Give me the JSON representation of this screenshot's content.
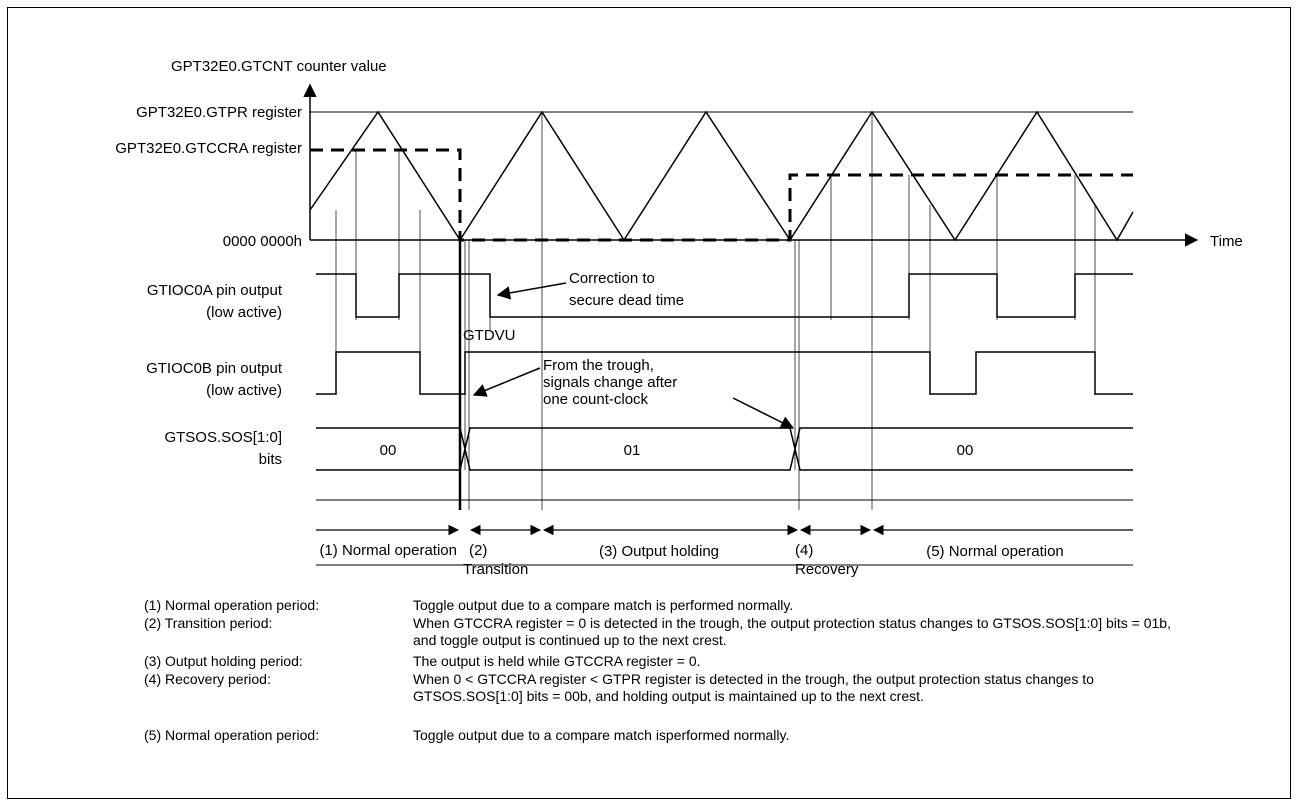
{
  "axis": {
    "y_title": "GPT32E0.GTCNT counter value",
    "x_title": "Time",
    "gtpr_label": "GPT32E0.GTPR register",
    "gtccra_label": "GPT32E0.GTCCRA register",
    "zero_label": "0000 0000h"
  },
  "signals": {
    "gtioc0a_line1": "GTIOC0A pin output",
    "gtioc0a_line2": "(low active)",
    "gtioc0b_line1": "GTIOC0B pin output",
    "gtioc0b_line2": "(low active)",
    "sos_line1": "GTSOS.SOS[1:0]",
    "sos_line2": "bits",
    "sos_values": [
      "00",
      "01",
      "00"
    ]
  },
  "annotations": {
    "correction_line1": "Correction to",
    "correction_line2": "secure dead time",
    "gtdvu": "GTDVU",
    "trough_line1": "From the trough,",
    "trough_line2": "signals change after",
    "trough_line3": "one count-clock"
  },
  "periods": {
    "p1": "(1) Normal operation",
    "p2_num": "(2)",
    "p2_name": "Transition",
    "p3": "(3) Output holding",
    "p4_num": "(4)",
    "p4_name": "Recovery",
    "p5": "(5) Normal operation"
  },
  "legend": [
    {
      "term": "(1) Normal operation period:",
      "desc": "Toggle output due to a compare match is performed normally."
    },
    {
      "term": "(2) Transition period:",
      "desc": "When GTCCRA register = 0 is detected in the trough, the output protection status changes to GTSOS.SOS[1:0] bits = 01b, and toggle output is continued up to the next crest."
    },
    {
      "term": "(3) Output holding period:",
      "desc": "The output is held while GTCCRA register = 0."
    },
    {
      "term": "(4) Recovery period:",
      "desc": "When 0 < GTCCRA register < GTPR register is detected in the trough, the output protection status changes to GTSOS.SOS[1:0] bits = 00b, and holding output is maintained up to the next crest."
    },
    {
      "term": "(5) Normal operation period:",
      "desc": "Toggle output due to a compare match isperformed normally."
    }
  ]
}
